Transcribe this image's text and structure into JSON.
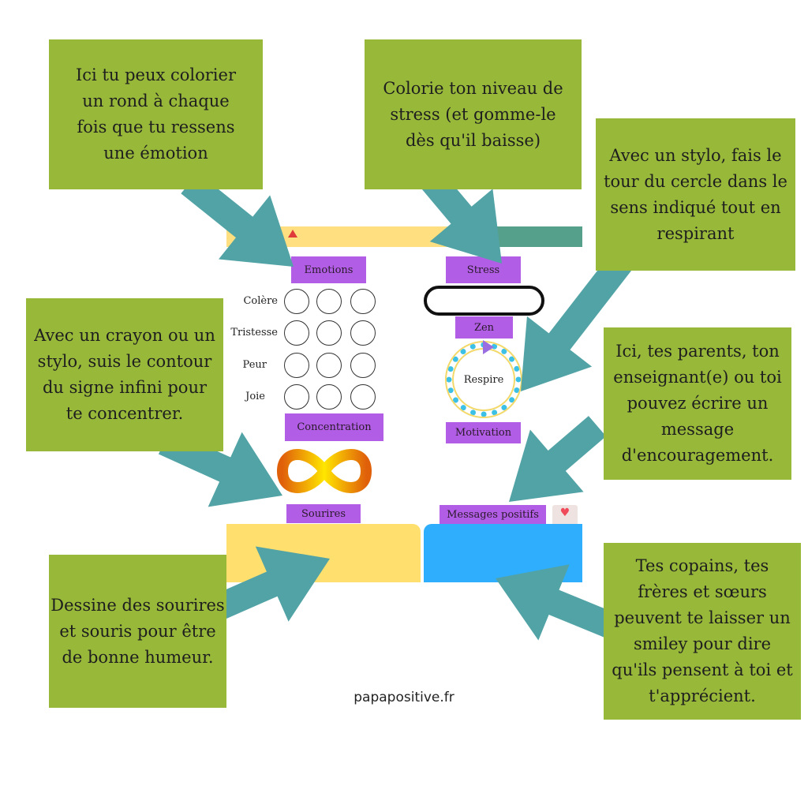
{
  "notes": {
    "emotions": "Ici tu peux colorier un rond à chaque fois que tu ressens une émotion",
    "stress": "Colorie ton niveau de stress (et gomme-le dès qu'il baisse)",
    "breathe": "Avec un stylo, fais le tour du cercle dans le sens indiqué tout en respirant",
    "infinity": "Avec un crayon ou un stylo, suis le contour du signe infini pour te concentrer.",
    "messages": "Ici, tes parents, ton enseignant(e) ou toi pouvez écrire un message d'encouragement.",
    "smiles": "Dessine des sourires et souris pour être de bonne humeur.",
    "friends": "Tes copains, tes frères et sœurs peuvent te laisser un smiley pour dire qu'ils pensent à toi et t'apprécient."
  },
  "sheet": {
    "emotions_label": "Emotions",
    "emotion_rows": [
      "Colère",
      "Tristesse",
      "Peur",
      "Joie"
    ],
    "stress_label": "Stress",
    "zen_label": "Zen",
    "respire_label": "Respire",
    "concentration_label": "Concentration",
    "motivation_label": "Motivation",
    "sourires_label": "Sourires",
    "messages_label": "Messages positifs"
  },
  "footer": "papapositive.fr",
  "colors": {
    "note": "#98b83a",
    "arrow": "#52a3a6",
    "tag": "#b25de6",
    "yellow": "#ffdf6e",
    "blue": "#2eaefc"
  }
}
